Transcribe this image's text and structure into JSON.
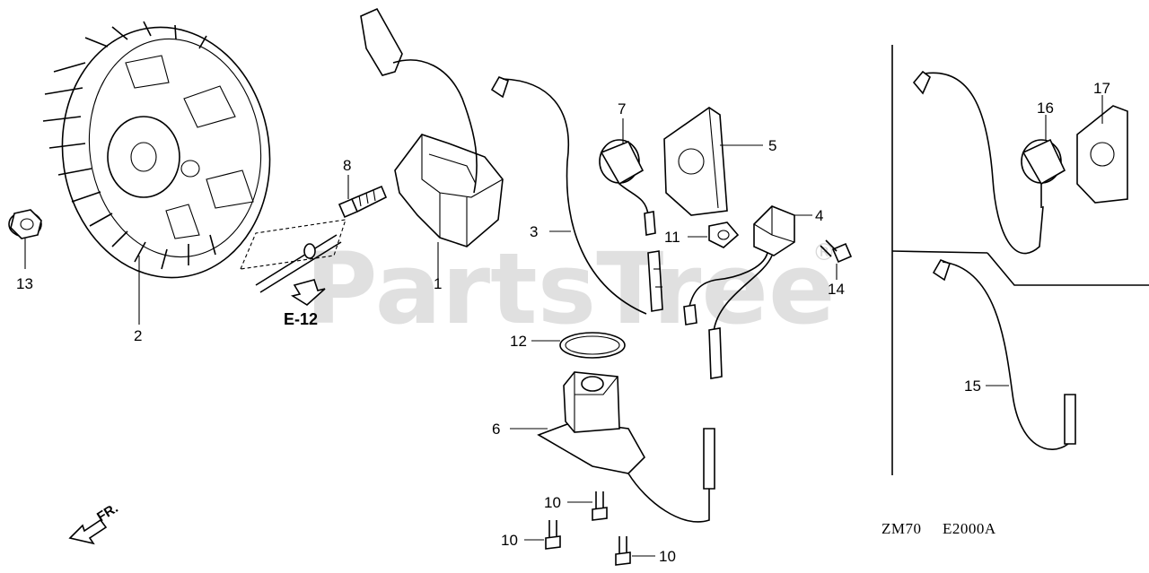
{
  "watermark": {
    "text": "PartsTree",
    "mark": "®"
  },
  "callouts": {
    "c1": "1",
    "c2": "2",
    "c3": "3",
    "c4": "4",
    "c5": "5",
    "c6": "6",
    "c7": "7",
    "c8": "8",
    "c10a": "10",
    "c10b": "10",
    "c10c": "10",
    "c11": "11",
    "c12": "12",
    "c13": "13",
    "c14": "14",
    "c15": "15",
    "c16": "16",
    "c17": "17"
  },
  "reference": {
    "label": "E-12"
  },
  "direction": {
    "label": "FR."
  },
  "codes": {
    "model": "ZM70",
    "diagram": "E2000A"
  }
}
